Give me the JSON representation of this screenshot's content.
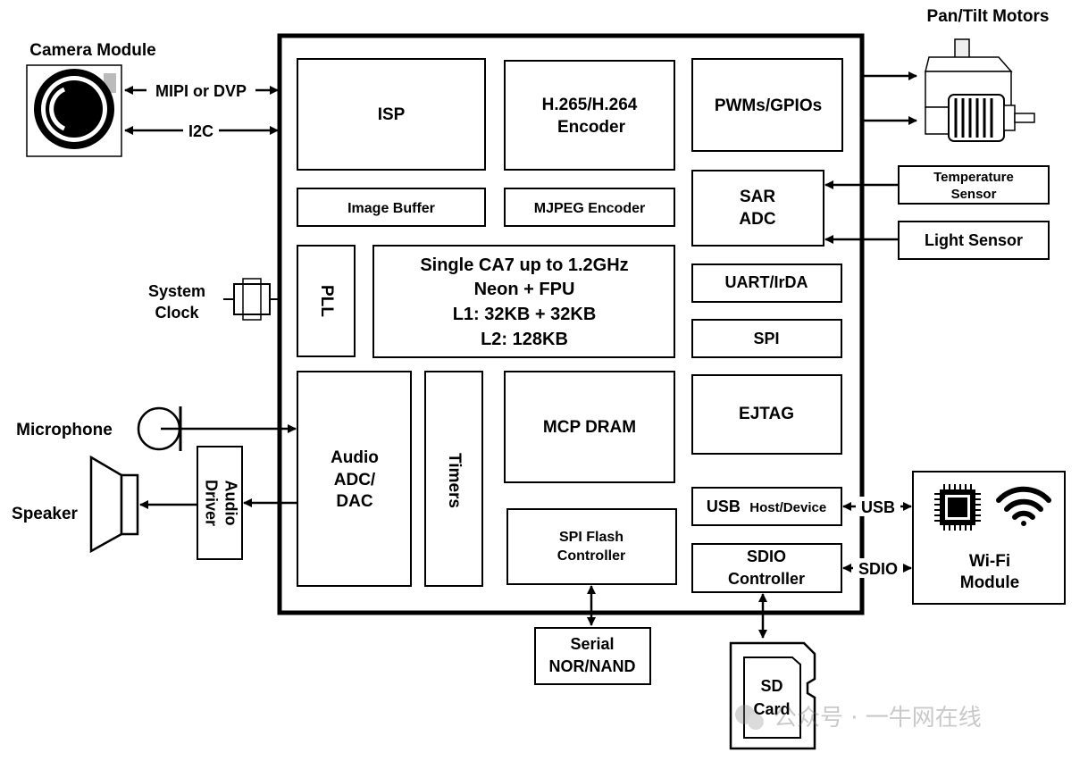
{
  "soc": {
    "isp": "ISP",
    "encoder_line1": "H.265/H.264",
    "encoder_line2": "Encoder",
    "pwm": "PWMs/GPIOs",
    "image_buffer": "Image Buffer",
    "mjpeg": "MJPEG Encoder",
    "sar_line1": "SAR",
    "sar_line2": "ADC",
    "pll": "PLL",
    "cpu": [
      "Single CA7 up to 1.2GHz",
      "Neon + FPU",
      "L1: 32KB + 32KB",
      "L2: 128KB"
    ],
    "uart": "UART/IrDA",
    "spi": "SPI",
    "audio": [
      "Audio",
      "ADC/",
      "DAC"
    ],
    "timers": "Timers",
    "dram": "MCP DRAM",
    "ejtag": "EJTAG",
    "usb_main": "USB",
    "usb_sub": "Host/Device",
    "spi_flash": [
      "SPI Flash",
      "Controller"
    ],
    "sdio": [
      "SDIO",
      "Controller"
    ]
  },
  "external": {
    "camera": "Camera Module",
    "mipi": "MIPI or DVP",
    "i2c": "I2C",
    "pan_tilt": "Pan/Tilt Motors",
    "temp_sensor": [
      "Temperature",
      "Sensor"
    ],
    "light_sensor": "Light Sensor",
    "system_clock": [
      "System",
      "Clock"
    ],
    "microphone": "Microphone",
    "speaker": "Speaker",
    "audio_driver": [
      "Audio",
      "Driver"
    ],
    "usb_link": "USB",
    "sdio_link": "SDIO",
    "wifi": [
      "Wi-Fi",
      "Module"
    ],
    "serial": [
      "Serial",
      "NOR/NAND"
    ],
    "sd_card": [
      "SD",
      "Card"
    ]
  },
  "watermark": "公众号 · 一牛网在线"
}
